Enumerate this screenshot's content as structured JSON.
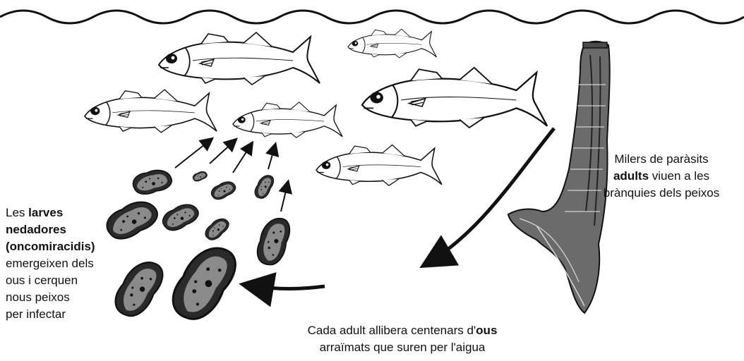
{
  "labels": {
    "left": {
      "pre": "Les ",
      "bold1": "larves",
      "bold2": "nedadores",
      "bold3": "(oncomiracidis)",
      "line4": "emergeixen dels",
      "line5": "ous i cerquen",
      "line6": "nous peixos",
      "line7": "per infectar"
    },
    "right": {
      "line1": "Milers de paràsits",
      "bold": "adults",
      "line2_rest": " viuen a les",
      "line3": "brànquies dels peixos"
    },
    "bottom": {
      "pre": "Cada adult allibera centenars d'",
      "bold": "ous",
      "line2": "arraïmats que suren per l'aigua"
    }
  },
  "colors": {
    "ink": "#111111",
    "fish_fill": "#ffffff",
    "worm_fill": "#6b6b6b",
    "larva_fill": "#2a2a2a"
  },
  "icons": [
    "fish-icon",
    "larva-icon",
    "adult-parasite-icon",
    "arrow-icon",
    "water-surface-icon"
  ]
}
